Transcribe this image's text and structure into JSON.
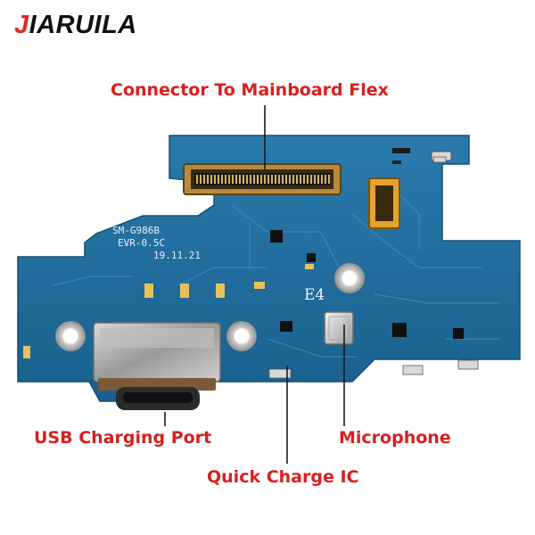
{
  "brand": {
    "j": "J",
    "rest": "IARUILA",
    "accent": "#d42a22"
  },
  "labels": {
    "connector": "Connector To Mainboard Flex",
    "usb": "USB Charging Port",
    "microphone": "Microphone",
    "quick_charge": "Quick Charge IC"
  },
  "silkscreen": {
    "model": "SM-G986B",
    "rev": "EVR-0.5C",
    "date": "19.11.21",
    "marker": "E4"
  },
  "colors": {
    "pcb": "#1f6c9c",
    "label": "#d81f1f"
  }
}
